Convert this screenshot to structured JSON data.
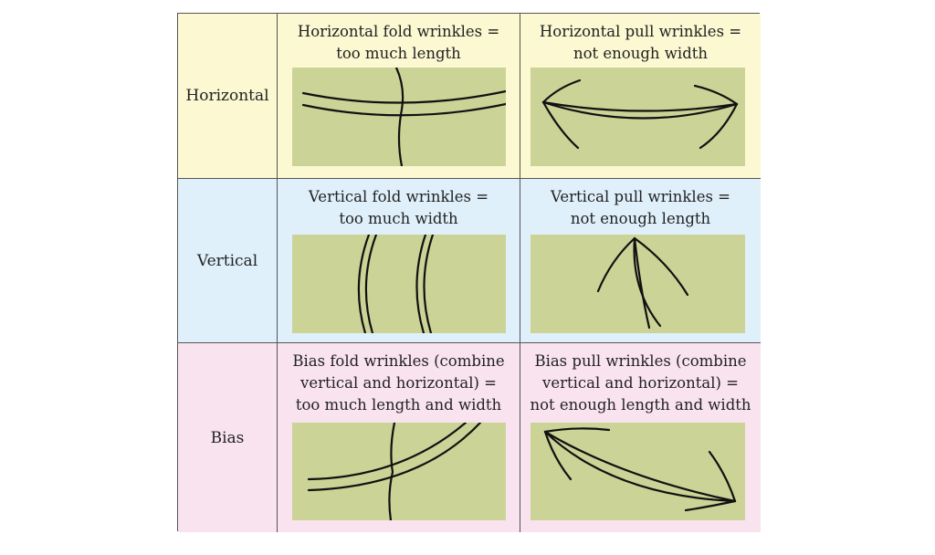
{
  "rows": [
    {
      "label": "Horizontal",
      "fold": {
        "lines": [
          "Horizontal fold wrinkles =",
          "too much length"
        ]
      },
      "pull": {
        "lines": [
          "Horizontal pull wrinkles =",
          "not enough width"
        ]
      }
    },
    {
      "label": "Vertical",
      "fold": {
        "lines": [
          "Vertical fold wrinkles =",
          "too much width"
        ]
      },
      "pull": {
        "lines": [
          "Vertical pull wrinkles =",
          "not enough length"
        ]
      }
    },
    {
      "label": "Bias",
      "fold": {
        "lines": [
          "Bias fold wrinkles (combine",
          "vertical and horizontal) =",
          "too much length and width"
        ]
      },
      "pull": {
        "lines": [
          "Bias pull wrinkles (combine",
          "vertical and horizontal) =",
          "not enough length and width"
        ]
      }
    }
  ],
  "colors": {
    "horizontal_row": "#fbf8d2",
    "vertical_row": "#dff0fb",
    "bias_row": "#f9e3ee",
    "fabric_panel": "#cbd396",
    "lines": "#111111"
  }
}
